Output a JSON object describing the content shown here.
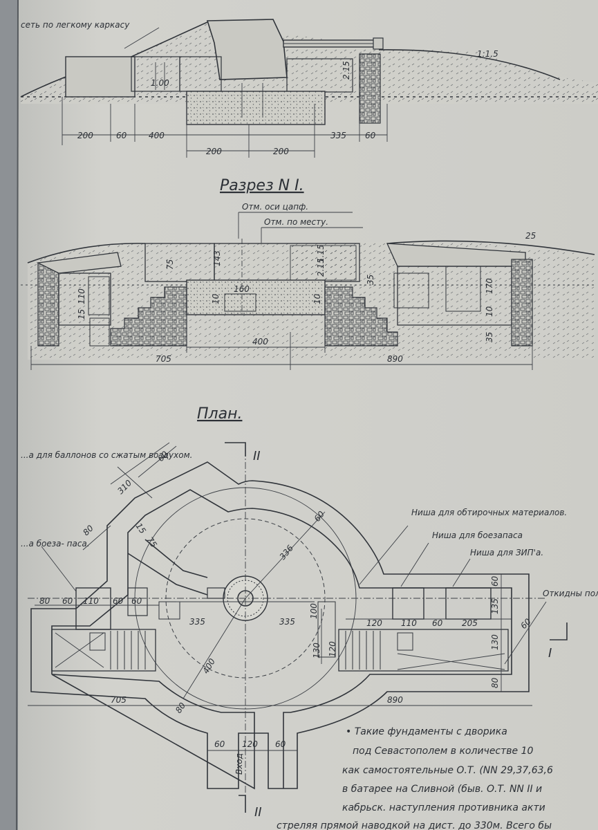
{
  "section_top": {
    "caption": "сеть по легкому каркасу",
    "slope": "1:1.5",
    "dims": [
      "200",
      "60",
      "400",
      "335",
      "60",
      "200",
      "200",
      "1.00",
      "2.15"
    ]
  },
  "section1": {
    "title": "Разрез N I.",
    "label_pivot": "Отм. оси цапф.",
    "label_ground": "Отм. по месту.",
    "dims": [
      "25",
      "1.15",
      "75",
      "143",
      "2.15",
      "160",
      "10",
      "10",
      "110",
      "15",
      "35",
      "170",
      "35",
      "10",
      "400",
      "705",
      "890"
    ]
  },
  "plan": {
    "title": "План.",
    "label_cylinders": "...а для баллонов со сжатым воздухом.",
    "label_ammo_left": "...а боеза- паса.",
    "label_wiping": "Ниша для обтирочных материалов.",
    "label_ammo_right": "Ниша для боезапаса",
    "label_zip": "Ниша для ЗИП'а.",
    "label_shelves": "Откидны полки дл",
    "axis_marks": [
      "II",
      "I",
      "II"
    ],
    "dims": [
      "60",
      "310",
      "80",
      "75",
      "15",
      "60",
      "336",
      "80",
      "60",
      "110",
      "60",
      "60",
      "335",
      "335",
      "100",
      "120",
      "110",
      "60",
      "205",
      "60",
      "135",
      "130",
      "60",
      "120",
      "130",
      "80",
      "80",
      "400",
      "705",
      "890",
      "60",
      "120",
      "60"
    ],
    "entrance": "Вход"
  },
  "note": {
    "lines": [
      "• Такие фундаменты с дворика",
      "под Севастополем в количестве 10",
      "как самостоятельные О.Т. (NN 29,37,63,6",
      "в батарее на Сливной (быв. О.Т. NN II и",
      "кабрьск. наступления противника акти",
      "стреляя прямой наводкой на дист. до 330м. Всего бы"
    ]
  }
}
